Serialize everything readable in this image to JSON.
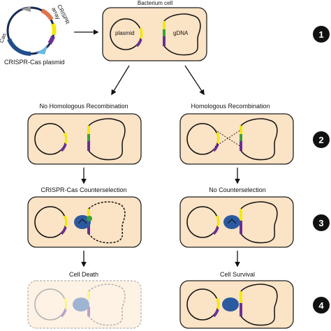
{
  "plasmid_panel": {
    "label_crispr": "CRISPR",
    "label_array": "array",
    "label_cas": "Cas",
    "caption": "CRISPR-Cas plasmid"
  },
  "top_cell": {
    "title": "Bacterium cell",
    "plasmid_label": "plasmid",
    "gdna_label": "gDNA"
  },
  "branches": {
    "left_title": "No Homologous Recombination",
    "right_title": "Homologous Recombination",
    "left_selection": "CRISPR-Cas Counterselection",
    "right_selection": "No Counterselection",
    "left_outcome": "Cell Death",
    "right_outcome": "Cell Survival"
  },
  "steps": [
    "1",
    "2",
    "3",
    "4"
  ],
  "colors": {
    "cell_fill": "#fbe3c5",
    "yellow_segment": "#f2ea0f",
    "green_segment": "#3aa03a",
    "purple_segment": "#6a2f96",
    "cas_protein": "#2c5aa0",
    "cas_gene": "#1f4e8c",
    "crispr_array": "#e0744a",
    "step_circle": "#111111"
  }
}
